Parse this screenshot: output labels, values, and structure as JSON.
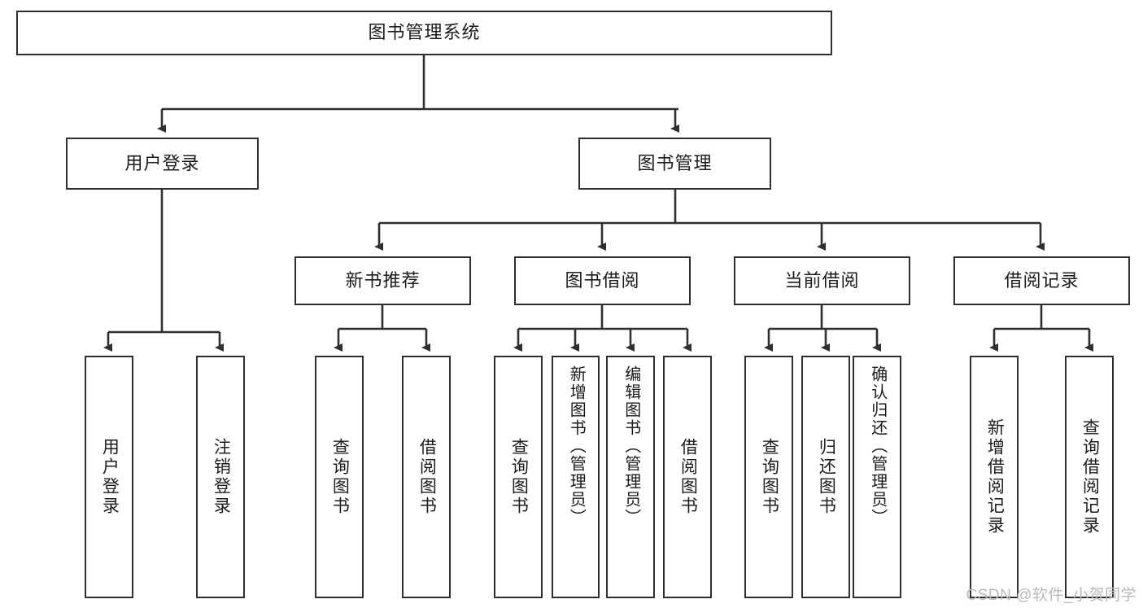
{
  "diagram": {
    "type": "tree-hierarchy",
    "title": "图书管理系统",
    "root": {
      "id": "root",
      "label": "图书管理系统",
      "orientation": "horizontal"
    },
    "level2": [
      {
        "id": "user-login",
        "label": "用户登录",
        "orientation": "horizontal"
      },
      {
        "id": "book-management",
        "label": "图书管理",
        "orientation": "horizontal"
      }
    ],
    "level3": [
      {
        "id": "new-book-recommend",
        "label": "新书推荐",
        "orientation": "horizontal",
        "parent": "book-management"
      },
      {
        "id": "book-borrow",
        "label": "图书借阅",
        "orientation": "horizontal",
        "parent": "book-management"
      },
      {
        "id": "current-borrow",
        "label": "当前借阅",
        "orientation": "horizontal",
        "parent": "book-management"
      },
      {
        "id": "borrow-record",
        "label": "借阅记录",
        "orientation": "horizontal",
        "parent": "book-management"
      }
    ],
    "leaves": [
      {
        "id": "leaf-user-login",
        "label": "用户登录",
        "parent": "user-login",
        "orientation": "vertical"
      },
      {
        "id": "leaf-logout-login",
        "label": "注销登录",
        "parent": "user-login",
        "orientation": "vertical"
      },
      {
        "id": "leaf-query-book-1",
        "label": "查询图书",
        "parent": "new-book-recommend",
        "orientation": "vertical"
      },
      {
        "id": "leaf-borrow-book-1",
        "label": "借阅图书",
        "parent": "new-book-recommend",
        "orientation": "vertical"
      },
      {
        "id": "leaf-query-book-2",
        "label": "查询图书",
        "parent": "book-borrow",
        "orientation": "vertical"
      },
      {
        "id": "leaf-add-book",
        "label": "新增图书（管理员）",
        "parent": "book-borrow",
        "orientation": "vertical"
      },
      {
        "id": "leaf-edit-book",
        "label": "编辑图书（管理员）",
        "parent": "book-borrow",
        "orientation": "vertical"
      },
      {
        "id": "leaf-borrow-book-2",
        "label": "借阅图书",
        "parent": "book-borrow",
        "orientation": "vertical"
      },
      {
        "id": "leaf-query-book-3",
        "label": "查询图书",
        "parent": "current-borrow",
        "orientation": "vertical"
      },
      {
        "id": "leaf-return-book",
        "label": "归还图书",
        "parent": "current-borrow",
        "orientation": "vertical"
      },
      {
        "id": "leaf-confirm-return",
        "label": "确认归还（管理员）",
        "parent": "current-borrow",
        "orientation": "vertical"
      },
      {
        "id": "leaf-add-record",
        "label": "新增借阅记录",
        "parent": "borrow-record",
        "orientation": "vertical"
      },
      {
        "id": "leaf-query-record",
        "label": "查询借阅记录",
        "parent": "borrow-record",
        "orientation": "vertical"
      }
    ],
    "colors": {
      "stroke": "#2f2f2f",
      "fill": "#ffffff",
      "text": "#1b1b1b",
      "watermark": "#b9b9b9"
    }
  },
  "watermark": {
    "text": "CSDN @软件_小贺同学"
  }
}
